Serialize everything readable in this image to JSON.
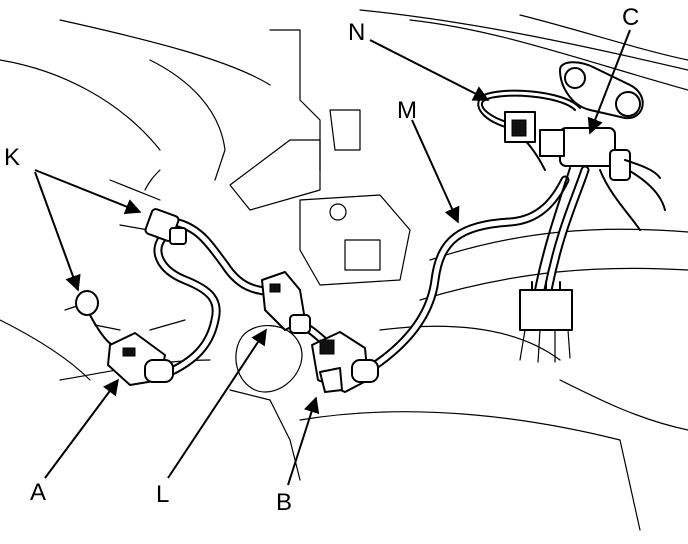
{
  "labels": {
    "a": "A",
    "b": "B",
    "c": "C",
    "k": "K",
    "l": "L",
    "m": "M",
    "n": "N"
  }
}
